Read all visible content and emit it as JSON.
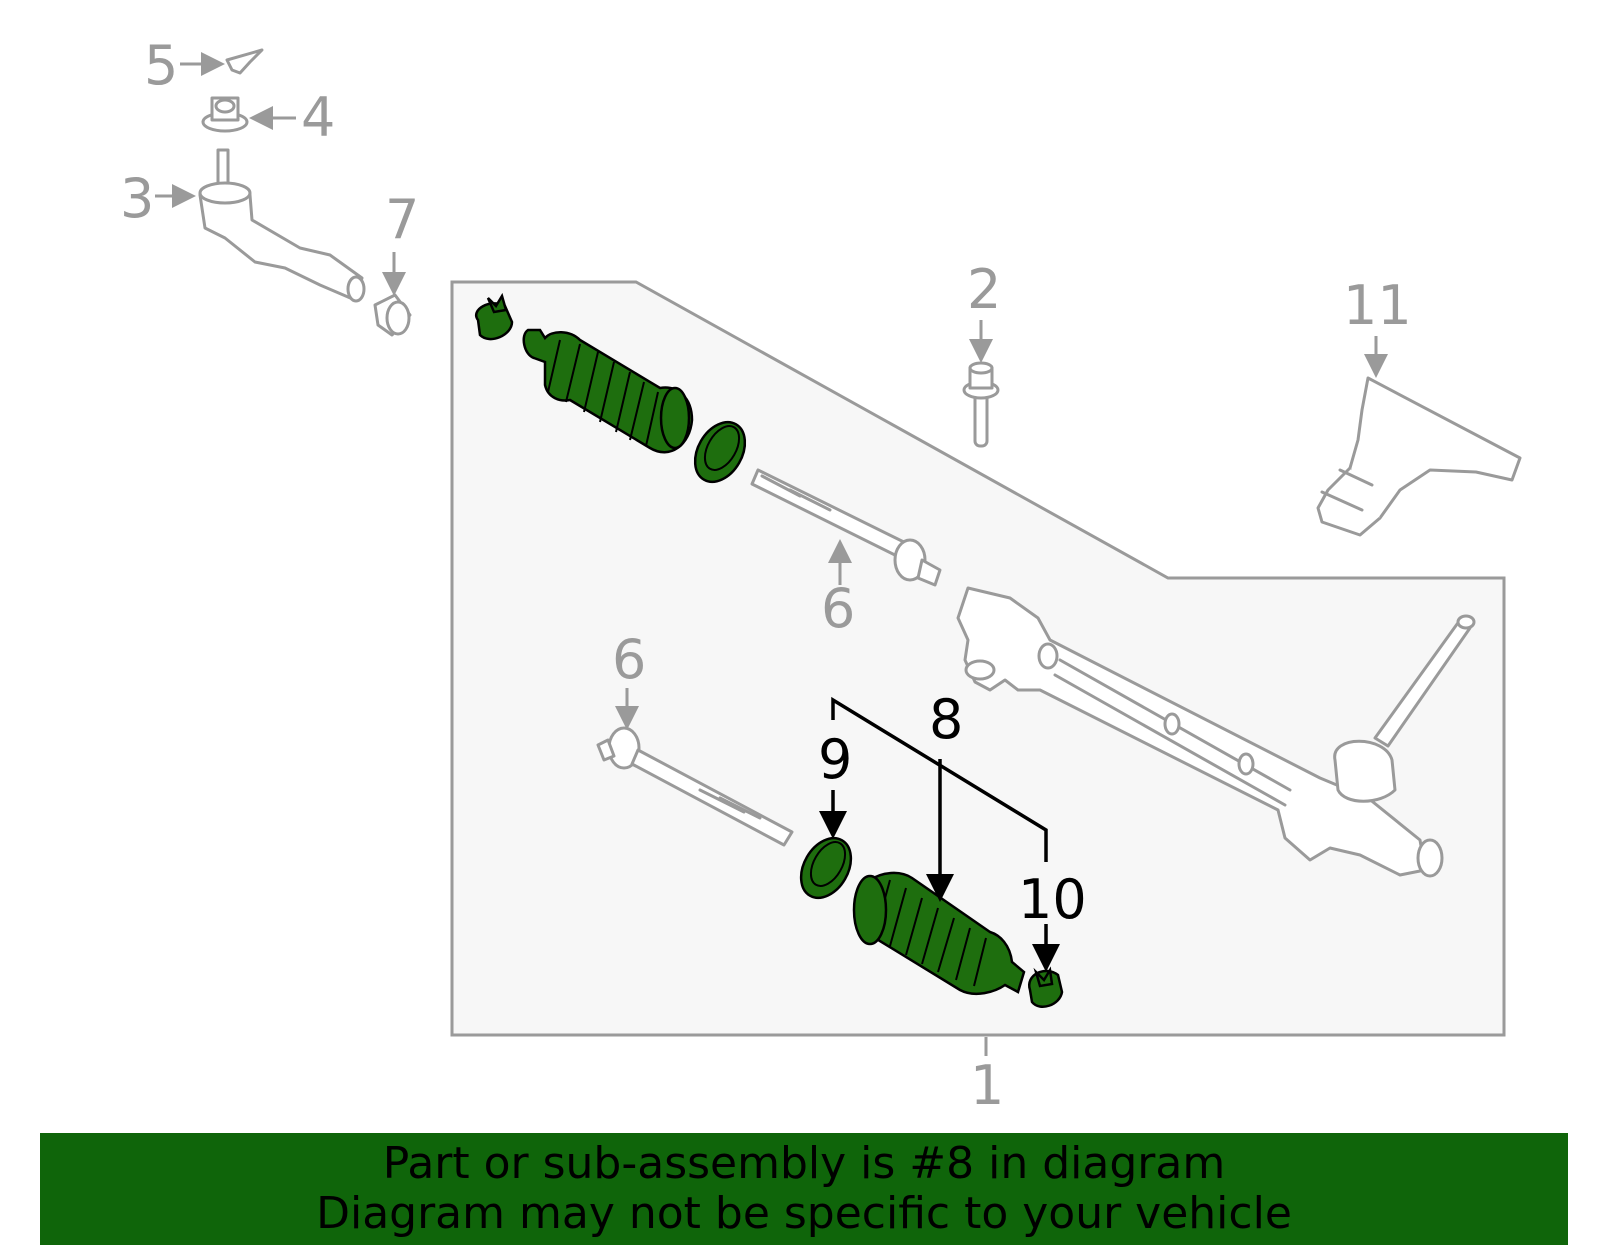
{
  "callouts": {
    "c1": "1",
    "c2": "2",
    "c3": "3",
    "c4": "4",
    "c5": "5",
    "c6a": "6",
    "c6b": "6",
    "c7": "7",
    "c8": "8",
    "c9": "9",
    "c10": "10",
    "c11": "11"
  },
  "colors": {
    "highlight": "#1e6e0e",
    "banner": "#0f650a",
    "outline": "#9a9a9a"
  },
  "banner": {
    "line1": "Part or sub-assembly is #8 in diagram",
    "line2": "Diagram may not be specific to your vehicle"
  }
}
